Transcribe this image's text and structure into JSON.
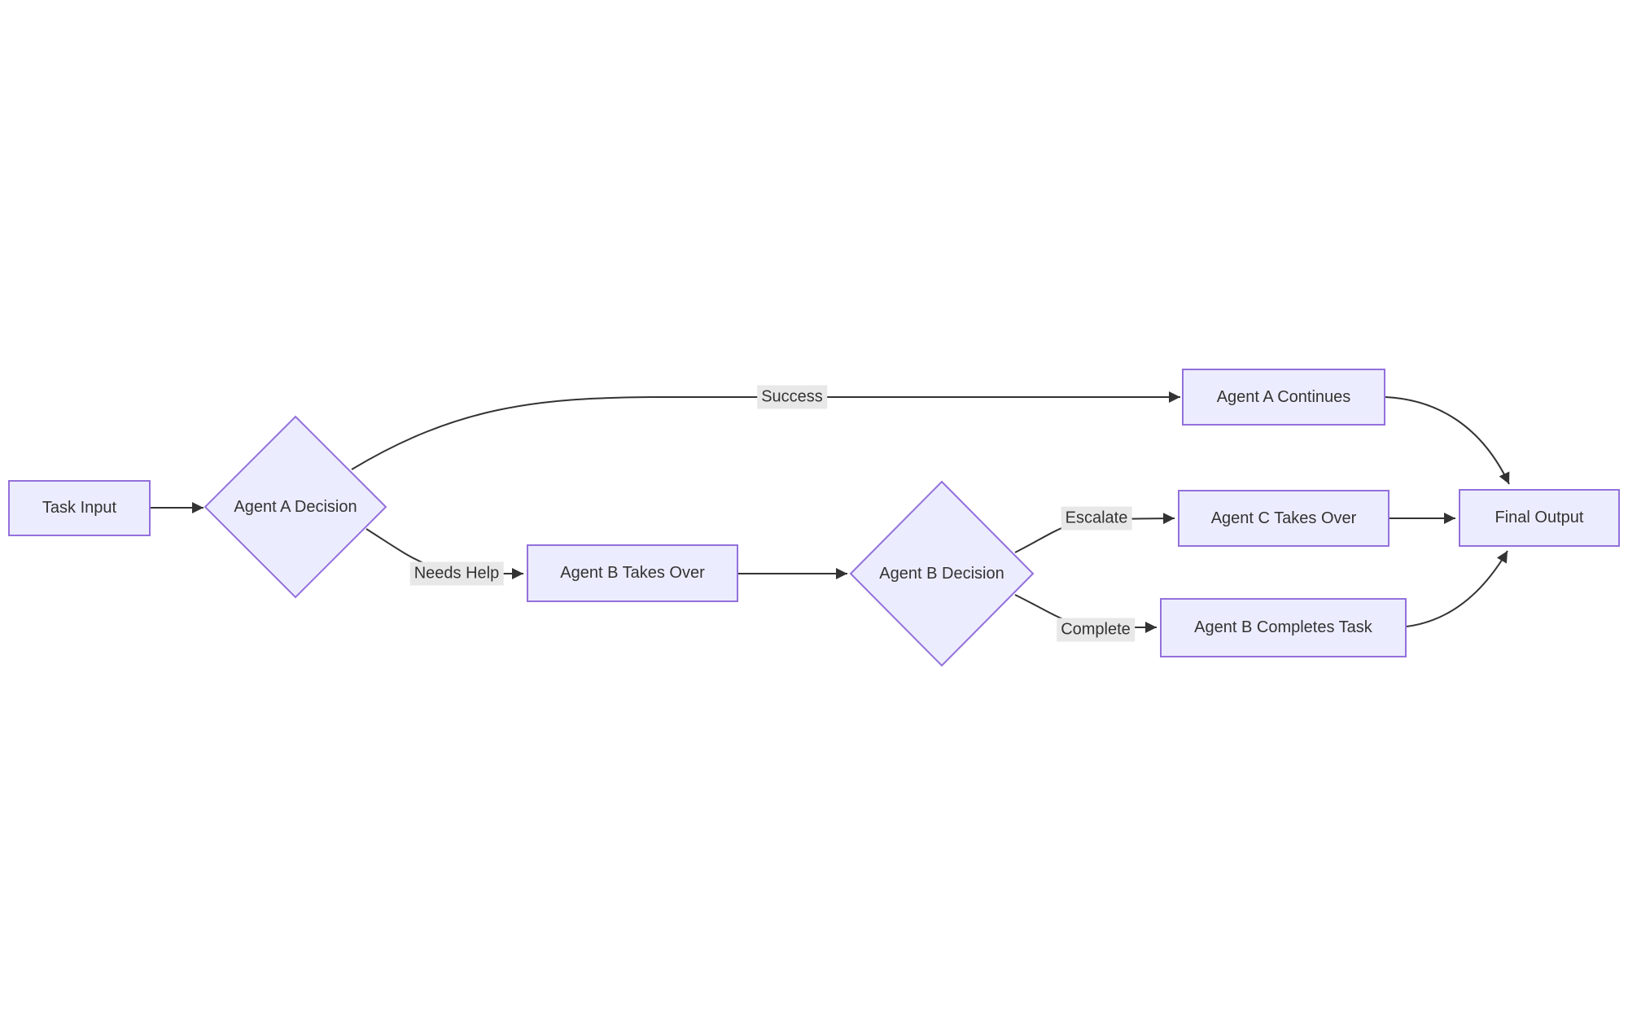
{
  "diagram": {
    "nodes": {
      "task_input": "Task Input",
      "agent_a_decision": "Agent A Decision",
      "agent_a_continues": "Agent A Continues",
      "agent_b_takes_over": "Agent B Takes Over",
      "agent_b_decision": "Agent B Decision",
      "agent_c_takes_over": "Agent C Takes Over",
      "agent_b_completes_task": "Agent B Completes Task",
      "final_output": "Final Output"
    },
    "edge_labels": {
      "success": "Success",
      "needs_help": "Needs Help",
      "escalate": "Escalate",
      "complete": "Complete"
    },
    "colors": {
      "node_fill": "#ECECFF",
      "node_border": "#9370DB",
      "edge": "#333333",
      "text": "#333333",
      "label_bg": "#e8e8e8",
      "background": "#ffffff"
    }
  }
}
